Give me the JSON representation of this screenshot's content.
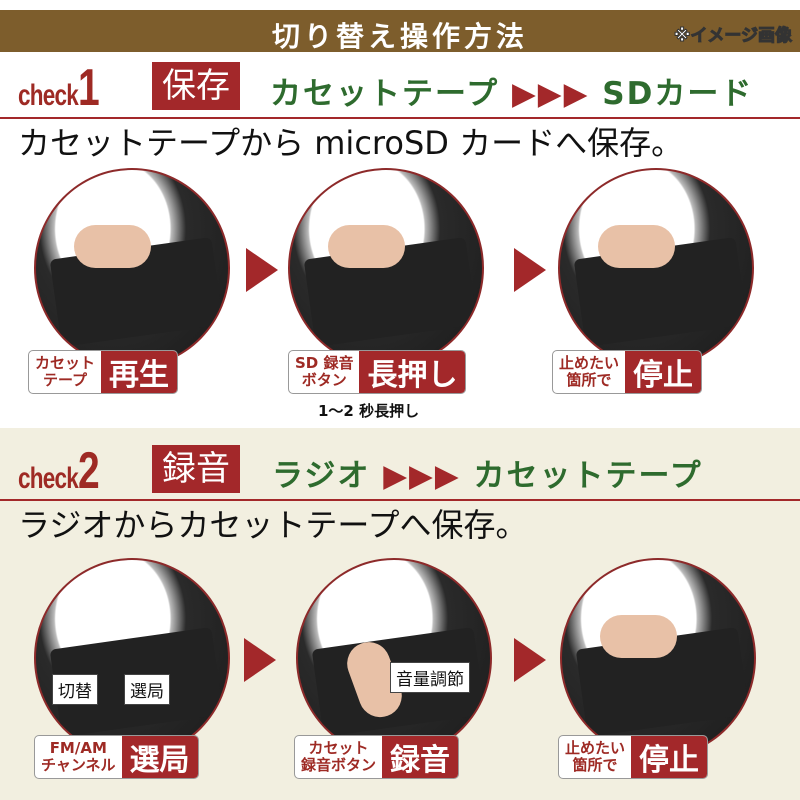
{
  "header": {
    "title": "切り替え操作方法",
    "note": "※イメージ画像"
  },
  "sections": [
    {
      "check": "check",
      "number": "1",
      "tag": "保存",
      "from": "カセットテープ",
      "arrows": "▶▶▶",
      "to": "SDカード",
      "subtitle": "カセットテープから microSD カードへ保存。",
      "steps": [
        {
          "left": [
            "カセット",
            "テープ"
          ],
          "right": "再生"
        },
        {
          "left": [
            "SD 録音",
            "ボタン"
          ],
          "right": "長押し",
          "note": "1～2 秒長押し"
        },
        {
          "left": [
            "止めたい",
            "箇所で"
          ],
          "right": "停止"
        }
      ]
    },
    {
      "check": "check",
      "number": "2",
      "tag": "録音",
      "from": "ラジオ",
      "arrows": "▶▶▶",
      "to": "カセットテープ",
      "subtitle": "ラジオからカセットテープへ保存。",
      "steps": [
        {
          "left": [
            "FM/AM",
            "チャンネル"
          ],
          "right": "選局",
          "callouts": [
            "切替",
            "選局"
          ]
        },
        {
          "left": [
            "カセット",
            "録音ボタン"
          ],
          "right": "録音",
          "callouts": [
            "音量調節"
          ]
        },
        {
          "left": [
            "止めたい",
            "箇所で"
          ],
          "right": "停止"
        }
      ]
    }
  ],
  "colors": {
    "header": "#7d5d2c",
    "accent": "#a3282a",
    "green": "#2e6b2e",
    "section2_bg": "#f2efe0"
  }
}
